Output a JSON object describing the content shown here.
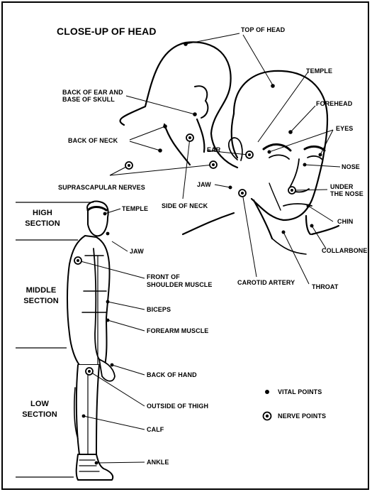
{
  "title": "CLOSE-UP OF HEAD",
  "head_labels": {
    "top_of_head": "TOP OF HEAD",
    "temple": "TEMPLE",
    "forehead": "FOREHEAD",
    "eyes": "EYES",
    "back_of_ear_1": "BACK OF EAR AND",
    "back_of_ear_2": "BASE OF SKULL",
    "back_of_neck": "BACK OF NECK",
    "ear": "EAR",
    "nose": "NOSE",
    "jaw": "JAW",
    "under_nose_1": "UNDER",
    "under_nose_2": "THE NOSE",
    "suprascapular": "SUPRASCAPULAR NERVES",
    "side_of_neck": "SIDE OF NECK",
    "chin": "CHIN",
    "collarbone": "COLLARBONE",
    "carotid": "CAROTID ARTERY",
    "throat": "THROAT"
  },
  "sections": {
    "high_1": "HIGH",
    "high_2": "SECTION",
    "middle_1": "MIDDLE",
    "middle_2": "SECTION",
    "low_1": "LOW",
    "low_2": "SECTION"
  },
  "body_labels": {
    "temple": "TEMPLE",
    "jaw": "JAW",
    "front_shoulder_1": "FRONT OF",
    "front_shoulder_2": "SHOULDER MUSCLE",
    "biceps": "BICEPS",
    "forearm": "FOREARM MUSCLE",
    "back_of_hand": "BACK OF HAND",
    "outside_thigh": "OUTSIDE OF THIGH",
    "calf": "CALF",
    "ankle": "ANKLE"
  },
  "legend": {
    "vital": "VITAL POINTS",
    "nerve": "NERVE POINTS",
    "vital_icon": "filled-dot-icon",
    "nerve_icon": "ringed-dot-icon"
  }
}
